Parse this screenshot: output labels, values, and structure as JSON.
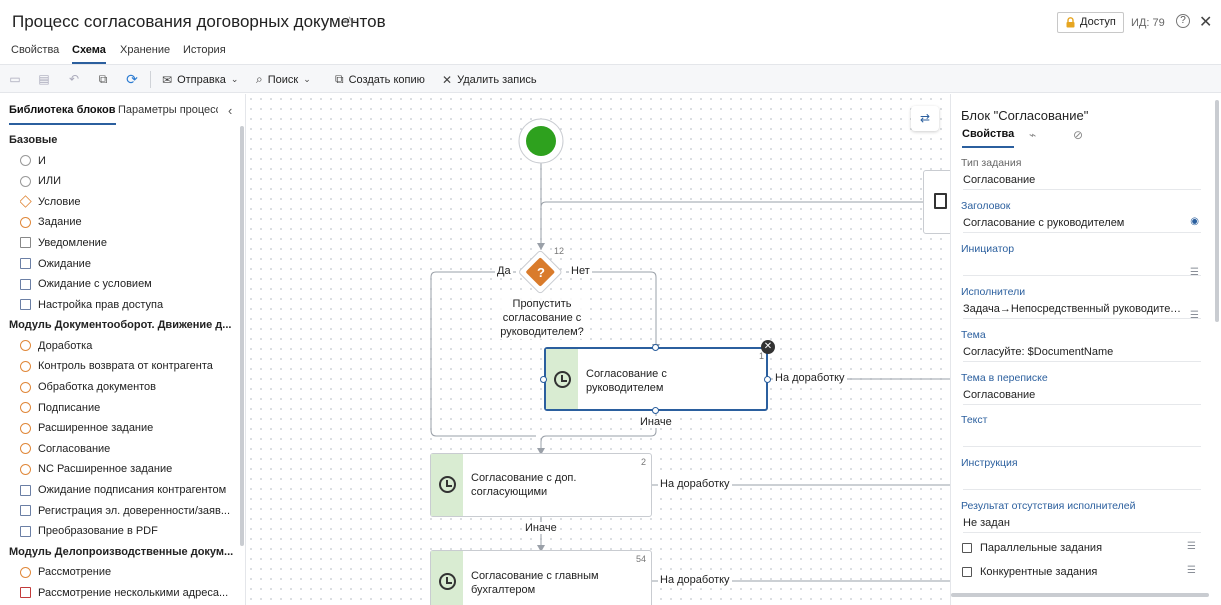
{
  "header": {
    "title": "Процесс согласования договорных документов",
    "access_label": "Доступ",
    "id_label": "ИД: 79"
  },
  "tabs": [
    "Свойства",
    "Схема",
    "Хранение",
    "История"
  ],
  "active_tab": "Схема",
  "toolbar": {
    "send": "Отправка",
    "search": "Поиск",
    "copy": "Создать копию",
    "delete": "Удалить запись"
  },
  "left_panel": {
    "tabs": [
      "Библиотека блоков",
      "Параметры процесса"
    ],
    "groups": [
      {
        "title": "Базовые",
        "items": [
          {
            "label": "И",
            "icon": "and-icon"
          },
          {
            "label": "ИЛИ",
            "icon": "or-icon"
          },
          {
            "label": "Условие",
            "icon": "condition-icon"
          },
          {
            "label": "Задание",
            "icon": "task-icon"
          },
          {
            "label": "Уведомление",
            "icon": "notification-icon"
          },
          {
            "label": "Ожидание",
            "icon": "wait-icon"
          },
          {
            "label": "Ожидание с условием",
            "icon": "wait-condition-icon"
          },
          {
            "label": "Настройка прав доступа",
            "icon": "access-rights-icon"
          }
        ]
      },
      {
        "title": "Модуль Документооборот. Движение д...",
        "items": [
          {
            "label": "Доработка",
            "icon": "task-icon"
          },
          {
            "label": "Контроль возврата от контрагента",
            "icon": "task-icon"
          },
          {
            "label": "Обработка документов",
            "icon": "task-icon"
          },
          {
            "label": "Подписание",
            "icon": "task-icon"
          },
          {
            "label": "Расширенное задание",
            "icon": "task-icon"
          },
          {
            "label": "Согласование",
            "icon": "task-icon"
          },
          {
            "label": "NC Расширенное задание",
            "icon": "task-icon"
          },
          {
            "label": "Ожидание подписания контрагентом",
            "icon": "wait-icon"
          },
          {
            "label": "Регистрация эл. доверенности/заяв...",
            "icon": "wait-icon"
          },
          {
            "label": "Преобразование в PDF",
            "icon": "access-rights-icon"
          }
        ]
      },
      {
        "title": "Модуль Делопроизводственные докум...",
        "items": [
          {
            "label": "Рассмотрение",
            "icon": "task-icon"
          },
          {
            "label": "Рассмотрение несколькими адреса...",
            "icon": "review-multi-icon"
          }
        ]
      }
    ]
  },
  "canvas": {
    "condition": {
      "number": "12",
      "yes": "Да",
      "no": "Нет",
      "text": "Пропустить согласование с руководителем?"
    },
    "node1": {
      "label": "Согласование с руководителем",
      "number": "1",
      "out_label": "На доработку",
      "else_label": "Иначе"
    },
    "node2": {
      "label": "Согласование с доп. согласующими",
      "number": "2",
      "out_label": "На доработку",
      "else_label": "Иначе"
    },
    "node3": {
      "label": "Согласование с главным бухгалтером",
      "number": "54",
      "out_label": "На доработку"
    }
  },
  "right_panel": {
    "title": "Блок \"Согласование\"",
    "tab": "Свойства",
    "fields": [
      {
        "label": "Тип задания",
        "value": "Согласование",
        "link": false
      },
      {
        "label": "Заголовок",
        "value": "Согласование с руководителем",
        "link": true
      },
      {
        "label": "Инициатор",
        "value": "",
        "link": true
      },
      {
        "label": "Исполнители",
        "value": "Задача→Непосредственный руководитель ...",
        "link": true
      },
      {
        "label": "Тема",
        "value": "Согласуйте: $DocumentName",
        "link": true
      },
      {
        "label": "Тема в переписке",
        "value": "Согласование",
        "link": true
      },
      {
        "label": "Текст",
        "value": "",
        "link": true
      },
      {
        "label": "Инструкция",
        "value": "",
        "link": true
      },
      {
        "label": "Результат отсутствия исполнителей",
        "value": "Не задан",
        "link": true
      }
    ],
    "checkboxes": [
      "Параллельные задания",
      "Конкурентные задания"
    ]
  }
}
